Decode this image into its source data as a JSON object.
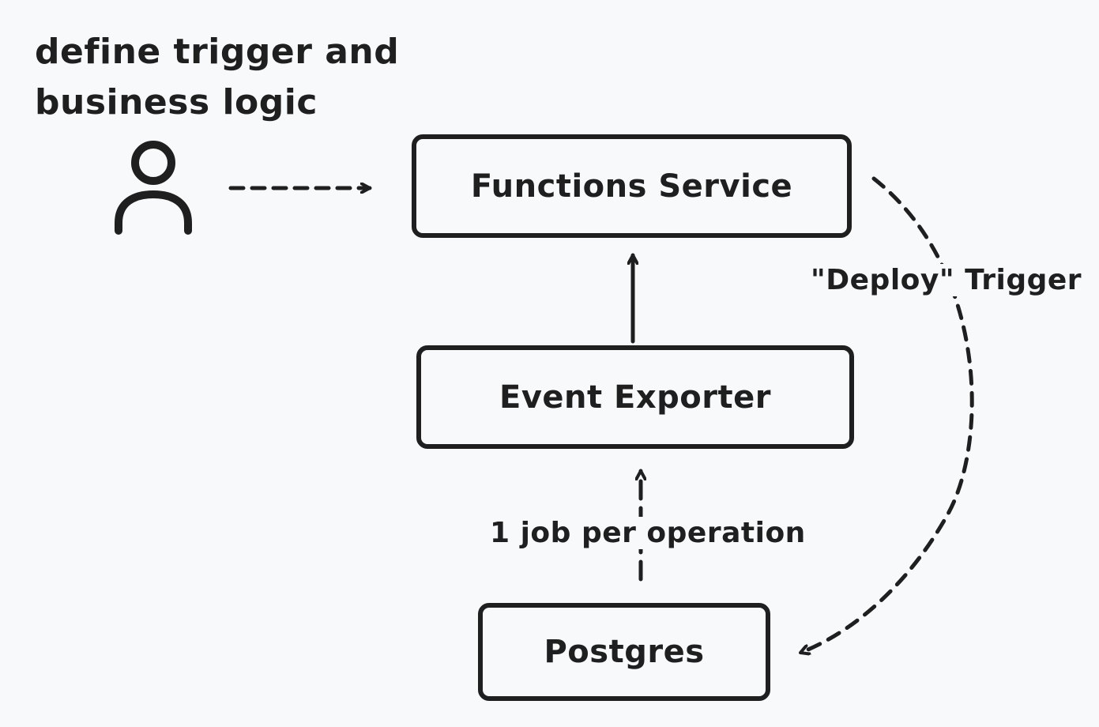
{
  "caption": "define trigger and\nbusiness logic",
  "nodes": {
    "functions_service": "Functions Service",
    "event_exporter": "Event Exporter",
    "postgres": "Postgres"
  },
  "edges": {
    "user_to_functions": {
      "style": "dashed",
      "label": ""
    },
    "exporter_to_functions": {
      "style": "solid",
      "label": ""
    },
    "postgres_to_exporter": {
      "style": "dashed",
      "label": "1 job per operation"
    },
    "functions_to_postgres": {
      "style": "dashed",
      "label": "\"Deploy\" Trigger"
    }
  },
  "icons": {
    "user": "user-icon"
  },
  "colors": {
    "background": "#f8f9fb",
    "stroke": "#1f1f1f"
  }
}
